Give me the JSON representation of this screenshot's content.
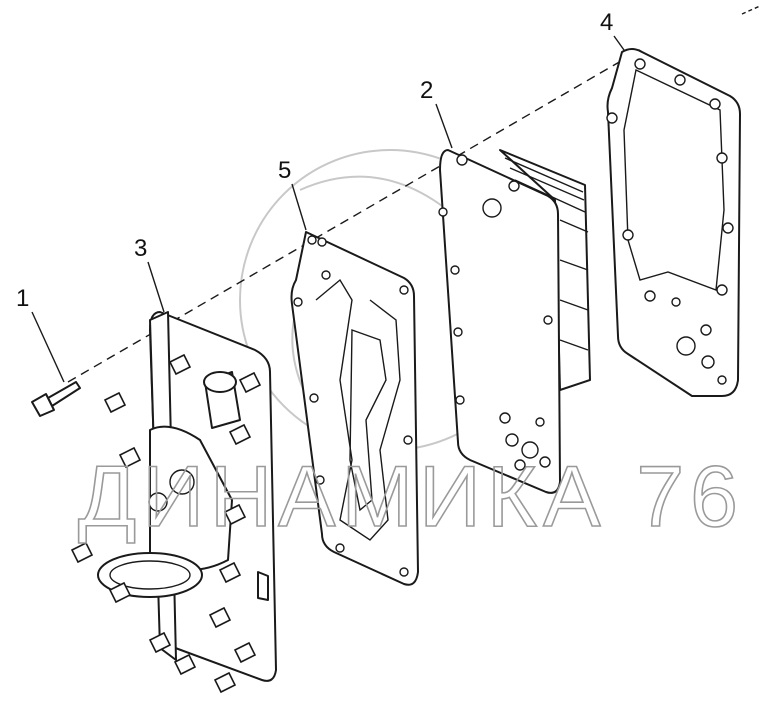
{
  "callouts": [
    {
      "id": "1",
      "text": "1"
    },
    {
      "id": "2",
      "text": "2"
    },
    {
      "id": "3",
      "text": "3"
    },
    {
      "id": "4",
      "text": "4"
    },
    {
      "id": "5",
      "text": "5"
    }
  ],
  "watermark": {
    "text": "ДИНАМИКА 76"
  },
  "colors": {
    "line": "#1a1a1a",
    "watermark": "#9a9a9a",
    "background": "#ffffff"
  }
}
